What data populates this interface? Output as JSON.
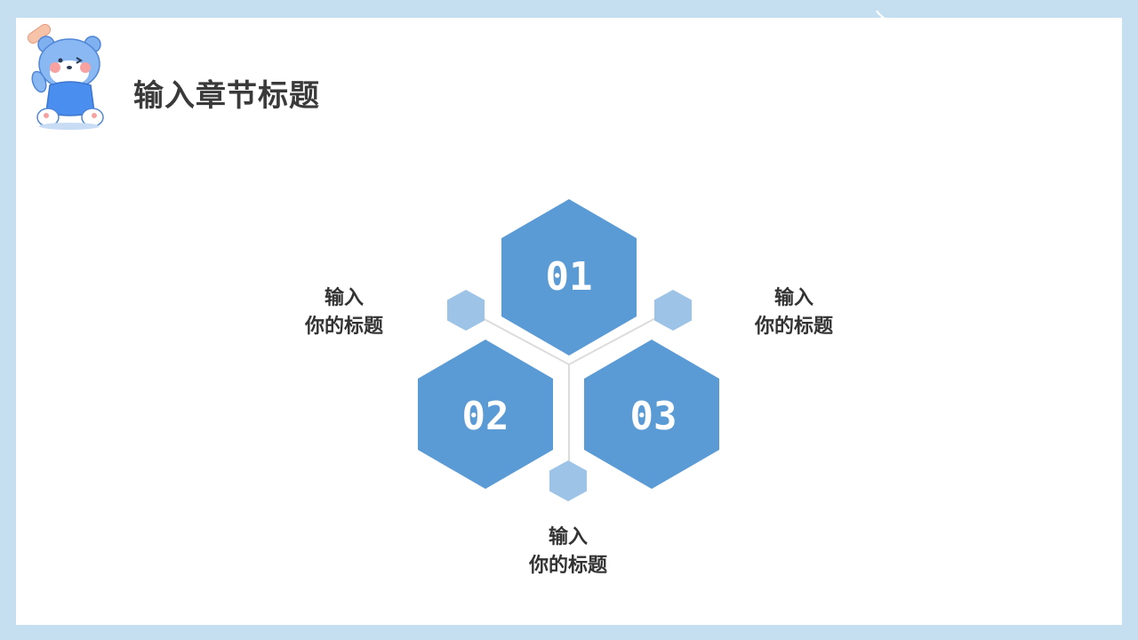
{
  "slide": {
    "title": "输入章节标题"
  },
  "hexagons": [
    {
      "number": "01"
    },
    {
      "number": "02"
    },
    {
      "number": "03"
    }
  ],
  "labels": [
    {
      "line1": "输入",
      "line2": "你的标题"
    },
    {
      "line1": "输入",
      "line2": "你的标题"
    },
    {
      "line1": "输入",
      "line2": "你的标题"
    }
  ],
  "colors": {
    "hex_main": "#5b9bd5",
    "hex_small": "#9dc3e6",
    "background": "#c5dff1",
    "title_text": "#3a3a3a"
  },
  "icons": {
    "mascot": "blue-bear-mascot-icon",
    "sparkle": "sparkle-icon"
  }
}
